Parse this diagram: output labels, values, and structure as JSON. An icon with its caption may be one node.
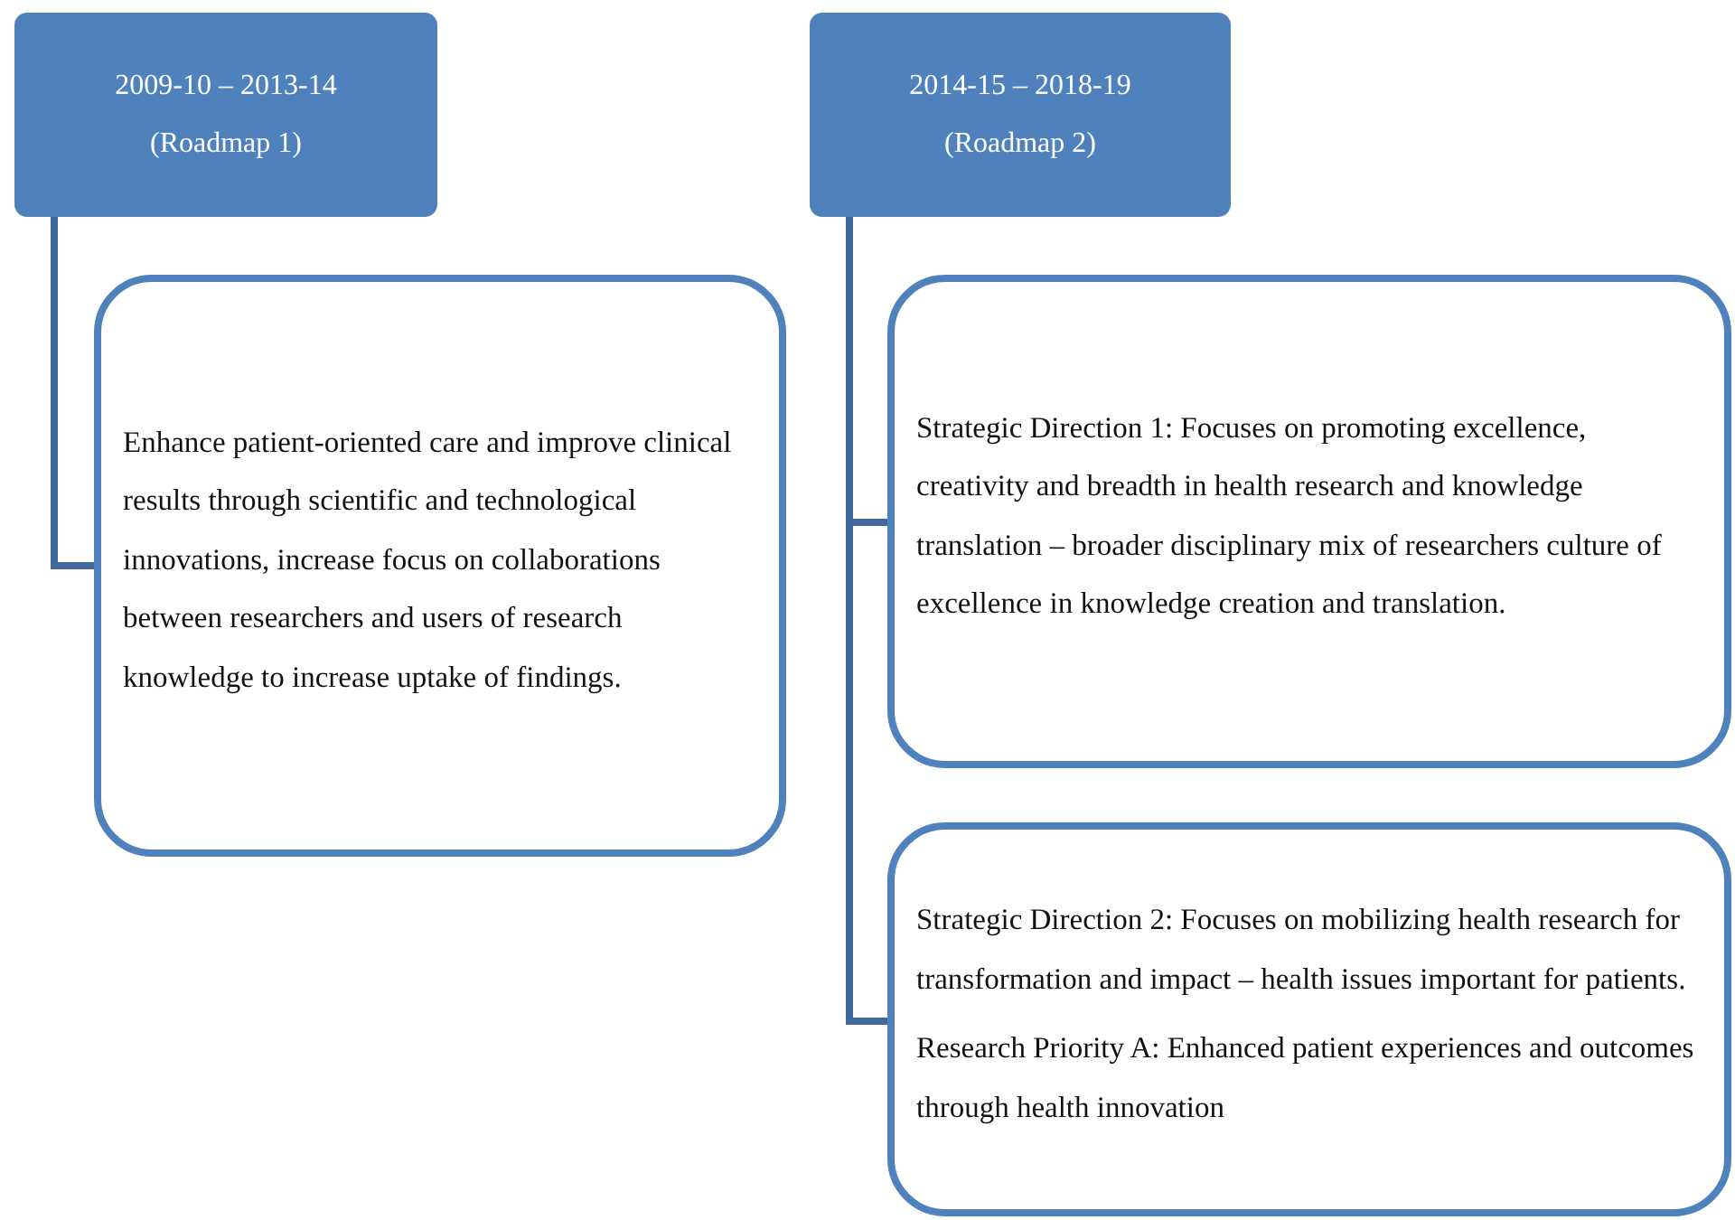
{
  "diagram": {
    "nodes": [
      {
        "text": [
          "2009-10 – 2013-14 (Roadmap 1)"
        ]
      },
      {
        "text": [
          "Enhance patient-oriented care and improve clinical results through scientific and technological innovations, increase focus on collaborations between researchers and users of research knowledge to increase uptake of findings."
        ]
      },
      {
        "text": [
          "2014-15 – 2018-19 (Roadmap 2)"
        ]
      },
      {
        "text": [
          "Strategic Direction 1:  Focuses on promoting excellence, creativity and breadth in health research and knowledge translation – broader disciplinary mix of researchers culture of excellence in knowledge creation and translation."
        ]
      },
      {
        "text": [
          "Strategic Direction 2:  Focuses on mobilizing health research for transformation and impact – health issues important for patients.",
          "Research Priority A: Enhanced patient experiences and outcomes through health innovation"
        ]
      }
    ],
    "edges": [
      {
        "from": 0,
        "to": 1,
        "arrow": "none"
      },
      {
        "from": 2,
        "to": 3,
        "arrow": "none"
      },
      {
        "from": 2,
        "to": 4,
        "arrow": "none"
      }
    ]
  }
}
